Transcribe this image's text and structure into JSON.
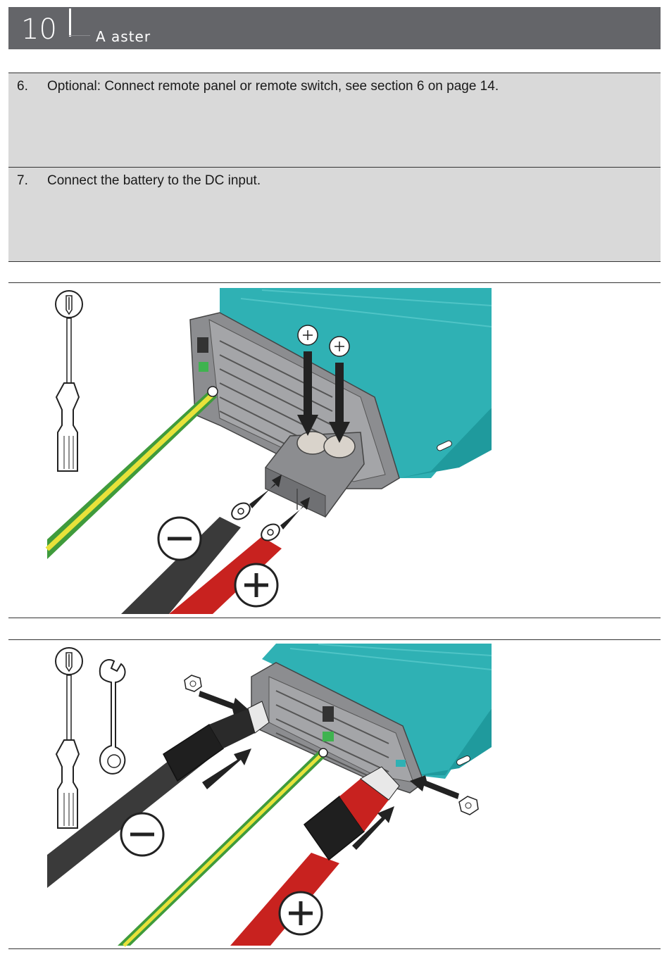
{
  "header": {
    "page_number": "10",
    "title": "A      aster"
  },
  "steps": [
    {
      "number": "6.",
      "text": "Optional: Connect remote panel or remote switch, see section 6 on page 14."
    },
    {
      "number": "7.",
      "text": "Connect the battery to the DC input."
    }
  ],
  "icons": {
    "tools_1": [
      "screwdriver-icon"
    ],
    "tools_2": [
      "screwdriver-icon",
      "wrench-icon"
    ],
    "polarity": [
      "minus-icon",
      "plus-icon"
    ]
  },
  "colors": {
    "header": "#646569",
    "step_bg": "#d9d9d9",
    "inverter_teal": "#2fb1b4",
    "housing_gray": "#8c8d90",
    "cable_black": "#3a3a3a",
    "cable_red": "#c8221f",
    "ground_green": "#3f9b3c",
    "ground_yellow": "#e8e23a"
  }
}
